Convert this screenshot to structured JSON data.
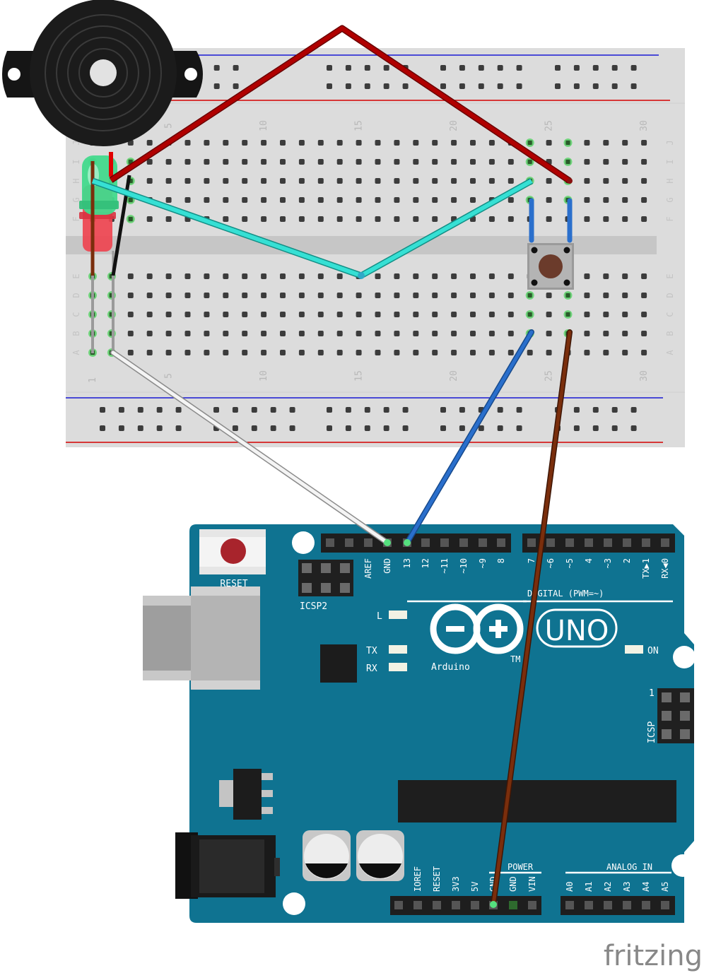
{
  "breadboard": {
    "column_numbers": [
      "5",
      "10",
      "15",
      "20",
      "25",
      "30"
    ],
    "top_row_letters": [
      "J",
      "I",
      "H",
      "G",
      "F"
    ],
    "bottom_row_letters": [
      "E",
      "D",
      "C",
      "B",
      "A"
    ],
    "first_column_number": "1"
  },
  "arduino": {
    "reset_label": "RESET",
    "icsp2_label": "ICSP2",
    "icsp_label": "ICSP",
    "icsp_pin1": "1",
    "digital_header_label": "DIGITAL (PWM=~)",
    "digital_pins": [
      "AREF",
      "GND",
      "13",
      "12",
      "~11",
      "~10",
      "~9",
      "8",
      "7",
      "~6",
      "~5",
      "4",
      "~3",
      "2",
      "TX▶1",
      "RX◀0"
    ],
    "led_l": "L",
    "led_tx": "TX",
    "led_rx": "RX",
    "led_on": "ON",
    "model": "UNO",
    "brand": "Arduino",
    "trademark": "TM",
    "power_header_label": "POWER",
    "power_pins": [
      "IOREF",
      "RESET",
      "3V3",
      "5V",
      "GND",
      "GND",
      "VIN"
    ],
    "analog_header_label": "ANALOG IN",
    "analog_pins": [
      "A0",
      "A1",
      "A2",
      "A3",
      "A4",
      "A5"
    ]
  },
  "footer": {
    "brand": "fritzing"
  },
  "colors": {
    "board": "#0f7391",
    "breadboard": "#dcdcdc",
    "wire_red": "#b00000",
    "wire_cyan": "#36e0d4",
    "wire_blue": "#2a6fcc",
    "wire_brown": "#7a2e0c",
    "wire_white": "#f4f4f4",
    "wire_black": "#111111",
    "rail_red": "#d40000",
    "rail_blue": "#1a1ad4"
  }
}
